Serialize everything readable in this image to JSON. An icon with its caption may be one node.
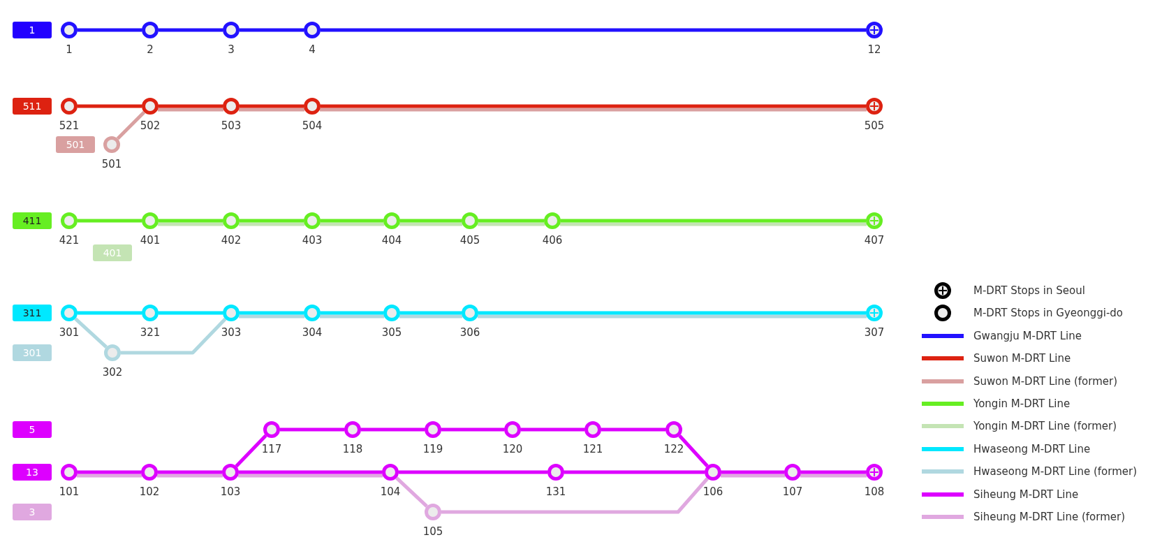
{
  "diagram": {
    "nodes": [
      {
        "text": [
          "1"
        ]
      },
      {
        "text": [
          "1"
        ]
      },
      {
        "text": [
          "2"
        ]
      },
      {
        "text": [
          "3"
        ]
      },
      {
        "text": [
          "4"
        ]
      },
      {
        "text": [
          "12"
        ]
      },
      {
        "text": [
          "511"
        ]
      },
      {
        "text": [
          "521"
        ]
      },
      {
        "text": [
          "502"
        ]
      },
      {
        "text": [
          "503"
        ]
      },
      {
        "text": [
          "504"
        ]
      },
      {
        "text": [
          "505"
        ]
      },
      {
        "text": [
          "501"
        ]
      },
      {
        "text": [
          "501"
        ]
      },
      {
        "text": [
          "411"
        ]
      },
      {
        "text": [
          "421"
        ]
      },
      {
        "text": [
          "401"
        ]
      },
      {
        "text": [
          "402"
        ]
      },
      {
        "text": [
          "403"
        ]
      },
      {
        "text": [
          "404"
        ]
      },
      {
        "text": [
          "405"
        ]
      },
      {
        "text": [
          "406"
        ]
      },
      {
        "text": [
          "407"
        ]
      },
      {
        "text": [
          "401"
        ]
      },
      {
        "text": [
          "311"
        ]
      },
      {
        "text": [
          "301"
        ]
      },
      {
        "text": [
          "321"
        ]
      },
      {
        "text": [
          "303"
        ]
      },
      {
        "text": [
          "304"
        ]
      },
      {
        "text": [
          "305"
        ]
      },
      {
        "text": [
          "306"
        ]
      },
      {
        "text": [
          "307"
        ]
      },
      {
        "text": [
          "301"
        ]
      },
      {
        "text": [
          "302"
        ]
      },
      {
        "text": [
          "5"
        ]
      },
      {
        "text": [
          "117"
        ]
      },
      {
        "text": [
          "118"
        ]
      },
      {
        "text": [
          "119"
        ]
      },
      {
        "text": [
          "120"
        ]
      },
      {
        "text": [
          "121"
        ]
      },
      {
        "text": [
          "122"
        ]
      },
      {
        "text": [
          "13"
        ]
      },
      {
        "text": [
          "101"
        ]
      },
      {
        "text": [
          "102"
        ]
      },
      {
        "text": [
          "103"
        ]
      },
      {
        "text": [
          "104"
        ]
      },
      {
        "text": [
          "131"
        ]
      },
      {
        "text": [
          "106"
        ]
      },
      {
        "text": [
          "107"
        ]
      },
      {
        "text": [
          "108"
        ]
      },
      {
        "text": [
          "3"
        ]
      },
      {
        "text": [
          "105"
        ]
      }
    ],
    "edges": [
      {
        "from": 1,
        "to": 2,
        "arrow": "none",
        "color": "#2211ff"
      },
      {
        "from": 2,
        "to": 3,
        "arrow": "none",
        "color": "#2211ff"
      },
      {
        "from": 3,
        "to": 4,
        "arrow": "none",
        "color": "#2211ff"
      },
      {
        "from": 4,
        "to": 5,
        "arrow": "none",
        "color": "#2211ff"
      },
      {
        "from": 7,
        "to": 8,
        "arrow": "none",
        "color": "#dd2211"
      },
      {
        "from": 8,
        "to": 9,
        "arrow": "none",
        "color": "#dd2211"
      },
      {
        "from": 9,
        "to": 10,
        "arrow": "none",
        "color": "#dd2211"
      },
      {
        "from": 10,
        "to": 11,
        "arrow": "none",
        "color": "#dd2211"
      },
      {
        "from": 13,
        "to": 8,
        "arrow": "none",
        "color": "#d9a0a0"
      },
      {
        "from": 8,
        "to": 9,
        "arrow": "none",
        "color": "#d9a0a0"
      },
      {
        "from": 9,
        "to": 10,
        "arrow": "none",
        "color": "#d9a0a0"
      },
      {
        "from": 10,
        "to": 11,
        "arrow": "none",
        "color": "#d9a0a0"
      },
      {
        "from": 15,
        "to": 16,
        "arrow": "none",
        "color": "#66ee22"
      },
      {
        "from": 16,
        "to": 17,
        "arrow": "none",
        "color": "#66ee22"
      },
      {
        "from": 17,
        "to": 18,
        "arrow": "none",
        "color": "#66ee22"
      },
      {
        "from": 18,
        "to": 19,
        "arrow": "none",
        "color": "#66ee22"
      },
      {
        "from": 19,
        "to": 20,
        "arrow": "none",
        "color": "#66ee22"
      },
      {
        "from": 20,
        "to": 21,
        "arrow": "none",
        "color": "#66ee22"
      },
      {
        "from": 21,
        "to": 22,
        "arrow": "none",
        "color": "#66ee22"
      },
      {
        "from": 16,
        "to": 17,
        "arrow": "none",
        "color": "#c4e4b4"
      },
      {
        "from": 17,
        "to": 18,
        "arrow": "none",
        "color": "#c4e4b4"
      },
      {
        "from": 18,
        "to": 19,
        "arrow": "none",
        "color": "#c4e4b4"
      },
      {
        "from": 19,
        "to": 20,
        "arrow": "none",
        "color": "#c4e4b4"
      },
      {
        "from": 20,
        "to": 21,
        "arrow": "none",
        "color": "#c4e4b4"
      },
      {
        "from": 21,
        "to": 22,
        "arrow": "none",
        "color": "#c4e4b4"
      },
      {
        "from": 25,
        "to": 26,
        "arrow": "none",
        "color": "#00e8ff"
      },
      {
        "from": 26,
        "to": 27,
        "arrow": "none",
        "color": "#00e8ff"
      },
      {
        "from": 27,
        "to": 28,
        "arrow": "none",
        "color": "#00e8ff"
      },
      {
        "from": 28,
        "to": 29,
        "arrow": "none",
        "color": "#00e8ff"
      },
      {
        "from": 29,
        "to": 30,
        "arrow": "none",
        "color": "#00e8ff"
      },
      {
        "from": 30,
        "to": 31,
        "arrow": "none",
        "color": "#00e8ff"
      },
      {
        "from": 25,
        "to": 33,
        "arrow": "none",
        "color": "#b0d8e0"
      },
      {
        "from": 33,
        "to": 27,
        "arrow": "none",
        "color": "#b0d8e0"
      },
      {
        "from": 27,
        "to": 28,
        "arrow": "none",
        "color": "#b0d8e0"
      },
      {
        "from": 28,
        "to": 29,
        "arrow": "none",
        "color": "#b0d8e0"
      },
      {
        "from": 29,
        "to": 30,
        "arrow": "none",
        "color": "#b0d8e0"
      },
      {
        "from": 30,
        "to": 31,
        "arrow": "none",
        "color": "#b0d8e0"
      },
      {
        "from": 42,
        "to": 43,
        "arrow": "none",
        "color": "#dd00ff"
      },
      {
        "from": 43,
        "to": 44,
        "arrow": "none",
        "color": "#dd00ff"
      },
      {
        "from": 44,
        "to": 35,
        "arrow": "none",
        "color": "#dd00ff"
      },
      {
        "from": 35,
        "to": 36,
        "arrow": "none",
        "color": "#dd00ff"
      },
      {
        "from": 36,
        "to": 37,
        "arrow": "none",
        "color": "#dd00ff"
      },
      {
        "from": 37,
        "to": 38,
        "arrow": "none",
        "color": "#dd00ff"
      },
      {
        "from": 38,
        "to": 39,
        "arrow": "none",
        "color": "#dd00ff"
      },
      {
        "from": 39,
        "to": 40,
        "arrow": "none",
        "color": "#dd00ff"
      },
      {
        "from": 40,
        "to": 47,
        "arrow": "none",
        "color": "#dd00ff"
      },
      {
        "from": 44,
        "to": 45,
        "arrow": "none",
        "color": "#dd00ff"
      },
      {
        "from": 45,
        "to": 46,
        "arrow": "none",
        "color": "#dd00ff"
      },
      {
        "from": 46,
        "to": 47,
        "arrow": "none",
        "color": "#dd00ff"
      },
      {
        "from": 47,
        "to": 48,
        "arrow": "none",
        "color": "#dd00ff"
      },
      {
        "from": 48,
        "to": 49,
        "arrow": "none",
        "color": "#dd00ff"
      },
      {
        "from": 42,
        "to": 43,
        "arrow": "none",
        "color": "#e0a8e0"
      },
      {
        "from": 43,
        "to": 44,
        "arrow": "none",
        "color": "#e0a8e0"
      },
      {
        "from": 44,
        "to": 45,
        "arrow": "none",
        "color": "#e0a8e0"
      },
      {
        "from": 45,
        "to": 51,
        "arrow": "none",
        "color": "#e0a8e0"
      },
      {
        "from": 51,
        "to": 47,
        "arrow": "none",
        "color": "#e0a8e0"
      },
      {
        "from": 47,
        "to": 48,
        "arrow": "none",
        "color": "#e0a8e0"
      },
      {
        "from": 48,
        "to": 49,
        "arrow": "none",
        "color": "#e0a8e0"
      }
    ],
    "legend": [
      {
        "text": "M-DRT Stops in Seoul"
      },
      {
        "text": "M-DRT Stops in Gyeonggi-do"
      },
      {
        "text": "Gwangju M-DRT Line"
      },
      {
        "text": "Suwon M-DRT Line"
      },
      {
        "text": "Suwon M-DRT Line (former)"
      },
      {
        "text": "Yongin M-DRT Line"
      },
      {
        "text": "Yongin M-DRT Line (former)"
      },
      {
        "text": "Hwaseong M-DRT Line"
      },
      {
        "text": "Hwaseong M-DRT Line (former)"
      },
      {
        "text": "Siheung M-DRT Line"
      },
      {
        "text": "Siheung M-DRT Line (former)"
      }
    ]
  }
}
